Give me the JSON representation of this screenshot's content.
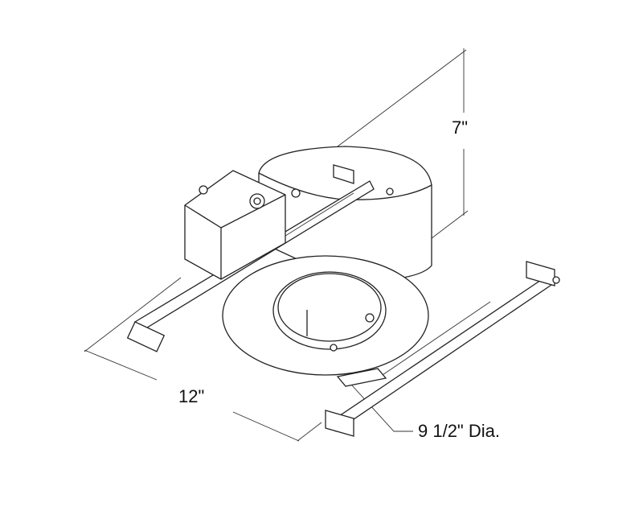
{
  "dimensions": {
    "height_label": "7\"",
    "width_label": "12\"",
    "diameter_label": "9 1/2\" Dia."
  },
  "colors": {
    "line": "#222222",
    "background": "#ffffff"
  }
}
